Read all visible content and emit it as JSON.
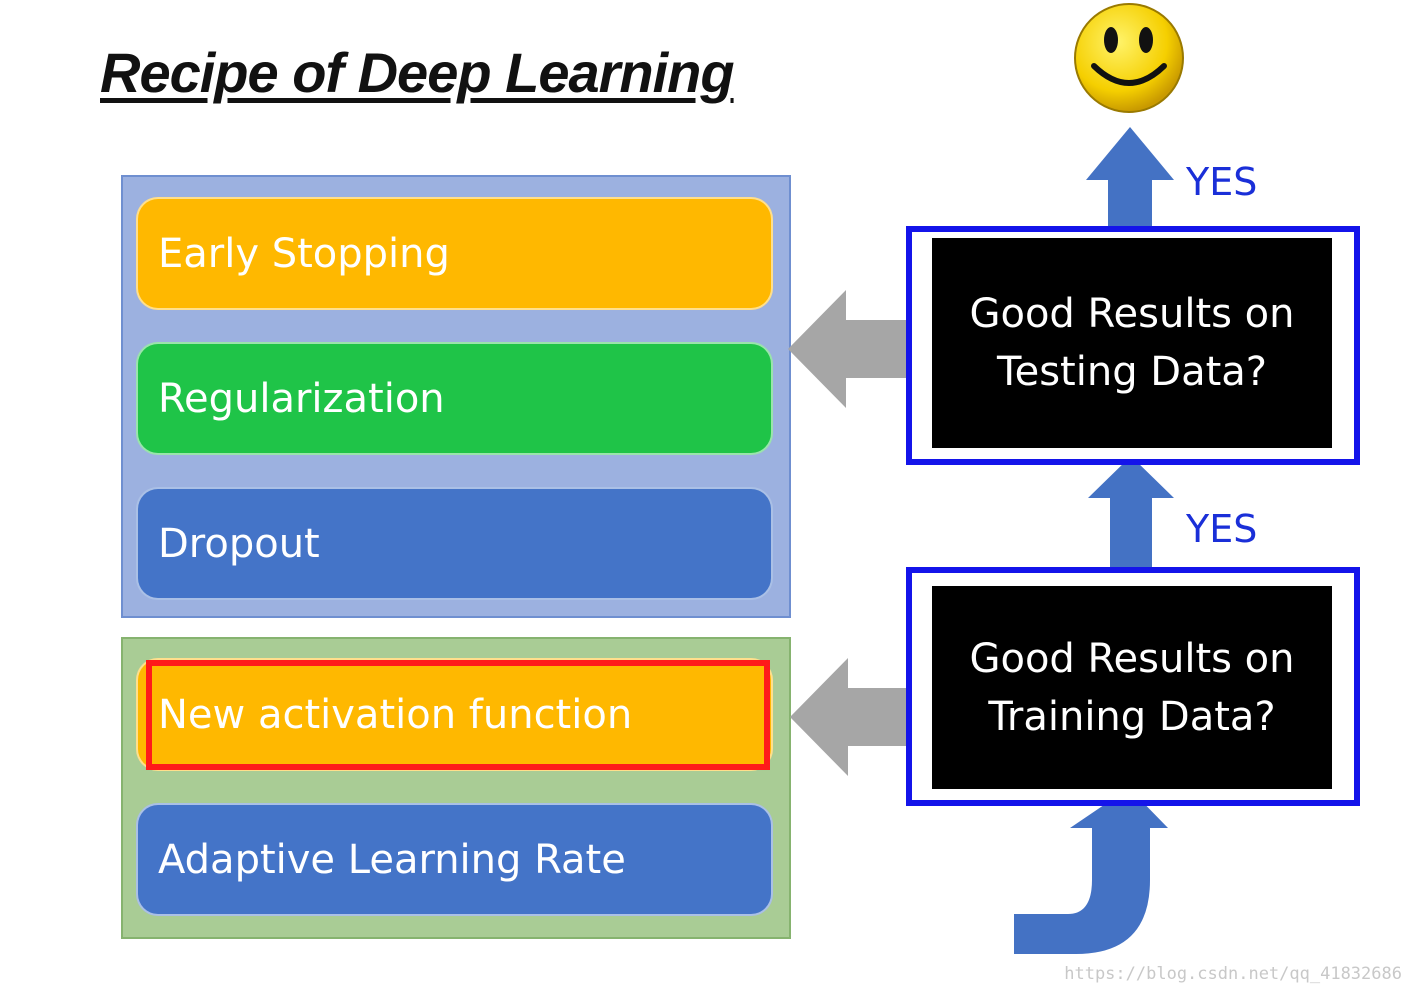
{
  "title": "Recipe of Deep Learning",
  "regularization_methods": {
    "items": [
      "Early Stopping",
      "Regularization",
      "Dropout"
    ]
  },
  "training_methods": {
    "items": [
      "New activation function",
      "Adaptive Learning Rate"
    ],
    "highlighted": "New activation function"
  },
  "decisions": {
    "testing": "Good Results on\nTesting Data?",
    "training": "Good Results on\nTraining Data?",
    "yes_top": "YES",
    "yes_mid": "YES"
  },
  "watermark": "https://blog.csdn.net/qq_41832686",
  "colors": {
    "orange": "#ffb800",
    "green": "#1fc448",
    "blue": "#4474c8",
    "highlight": "#ff1a1a",
    "decision_border": "#1414ea",
    "arrow_blue": "#4472c4",
    "arrow_gray": "#a6a6a6"
  },
  "icons": [
    "smiley-icon"
  ]
}
